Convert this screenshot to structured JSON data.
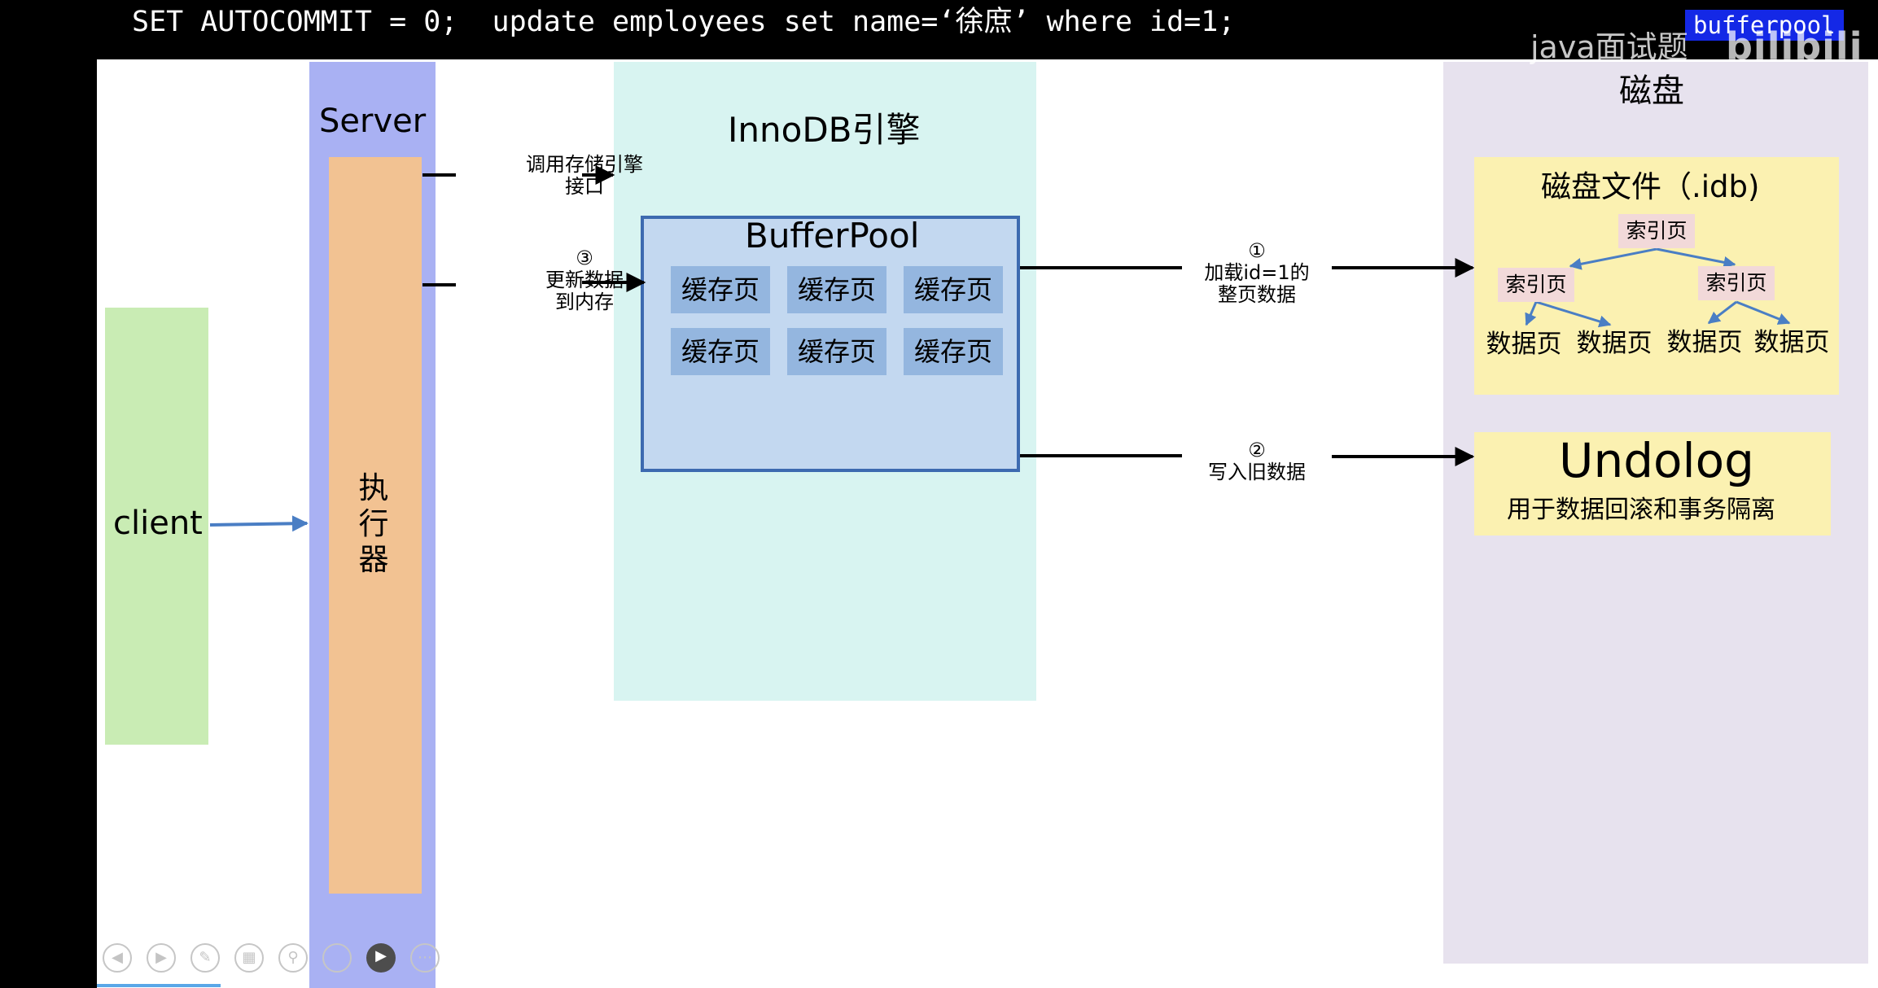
{
  "header": {
    "sql": "SET AUTOCOMMIT = 0;  update employees set name=‘徐庶’ where id=1;",
    "tag": "bufferpool",
    "watermark_text": "java面试题",
    "watermark_logo": "bilibili"
  },
  "diagram": {
    "client_label": "client",
    "server_label": "Server",
    "executor_label": "执行器",
    "innodb_label": "InnoDB引擎",
    "bufferpool_title": "BufferPool",
    "cache_pages": [
      "缓存页",
      "缓存页",
      "缓存页",
      "缓存页",
      "缓存页",
      "缓存页"
    ],
    "call_engine_note": "调用存储引擎接口",
    "update_memory_note": "③\n更新数据\n到内存",
    "load_note": "①\n加载id=1的\n整页数据",
    "write_old_note": "②\n写入旧数据",
    "disk_label": "磁盘",
    "disk_file_title": "磁盘文件（.idb)",
    "index_root": "索引页",
    "index_left": "索引页",
    "index_right": "索引页",
    "data_pages": [
      "数据页",
      "数据页",
      "数据页",
      "数据页"
    ],
    "undolog_title": "Undolog",
    "undolog_subtitle": "用于数据回滚和事务隔离"
  },
  "colors": {
    "client": "#c9ecb4",
    "server": "#a9b1f3",
    "executor": "#f2c292",
    "innodb": "#d8f4f1",
    "bufferpool": "#c3d8f0",
    "cache_page": "#94b6df",
    "disk": "#e7e2ee",
    "note_card": "#fbf1b1",
    "index_page": "#f2d9d9",
    "tree_arrow": "#4a7ec4"
  },
  "toolbar": {
    "icons": [
      "previous-icon",
      "next-icon",
      "pen-icon",
      "slides-icon",
      "zoom-icon",
      "blank-icon",
      "camera-icon",
      "more-icon"
    ]
  }
}
